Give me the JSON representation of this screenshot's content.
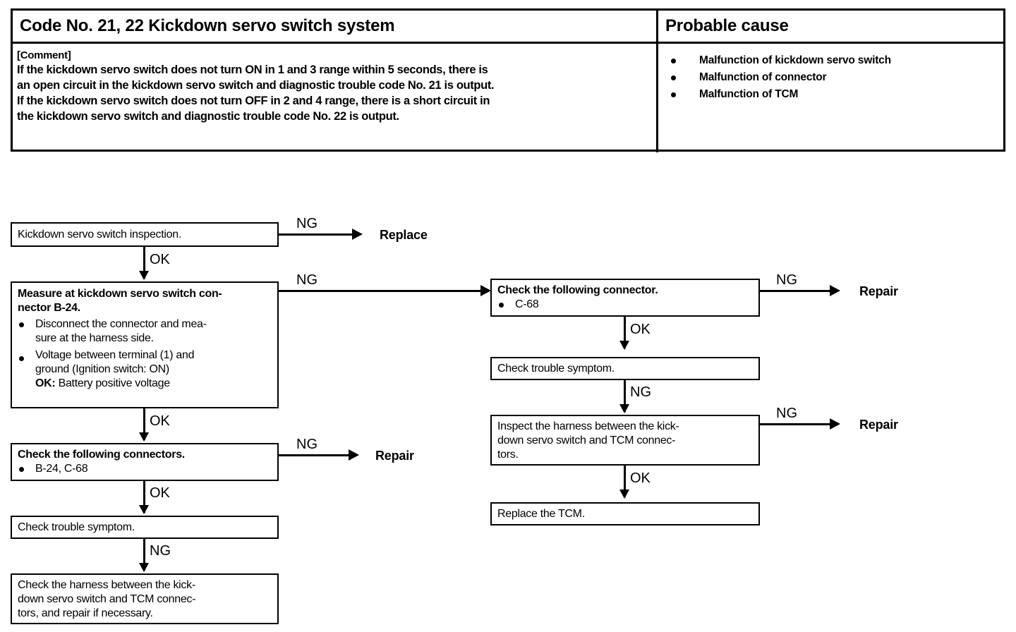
{
  "table": {
    "header": {
      "left": "Code No. 21, 22 Kickdown servo switch system",
      "right": "Probable cause"
    },
    "comment_label": "[Comment]",
    "comment_lines": [
      "If the kickdown servo switch does not turn ON in 1 and 3 range within 5 seconds, there is",
      "an open circuit in the kickdown servo switch and diagnostic trouble code No. 21 is output.",
      "If the kickdown servo switch does not turn OFF in 2 and 4 range, there is a short circuit in",
      "the kickdown servo switch and diagnostic trouble code No. 22 is output."
    ],
    "probable_causes": [
      "Malfunction of kickdown servo switch",
      "Malfunction of connector",
      "Malfunction of TCM"
    ]
  },
  "flowchart": {
    "boxes": {
      "b1": {
        "title": "Kickdown servo switch inspection."
      },
      "b2": {
        "line1": "Measure at kickdown servo switch con-",
        "line2": "nector B-24.",
        "bullet1a": "Disconnect the connector and mea-",
        "bullet1b": "sure at the harness side.",
        "bullet2a": "Voltage between terminal (1) and",
        "bullet2b": "ground (Ignition switch: ON)",
        "bullet2c_bold": "OK:",
        "bullet2c_rest": " Battery positive voltage"
      },
      "b3": {
        "title": "Check the following connectors.",
        "bullet": "B-24, C-68"
      },
      "b4": {
        "title": "Check trouble symptom."
      },
      "b5": {
        "line1": "Check the harness between the kick-",
        "line2": "down servo switch and TCM connec-",
        "line3": "tors, and repair if necessary."
      },
      "r1": {
        "title": "Check the following connector.",
        "bullet": "C-68"
      },
      "r2": {
        "title": "Check trouble symptom."
      },
      "r3": {
        "line1": "Inspect the harness between the kick-",
        "line2": "down servo switch and TCM connec-",
        "line3": "tors."
      },
      "r4": {
        "title": "Replace the TCM."
      }
    },
    "labels": {
      "ng1": "NG",
      "ok1": "OK",
      "ng2": "NG",
      "ok2": "OK",
      "ng3": "NG",
      "ok3": "OK",
      "ng4": "NG",
      "ng_r1": "NG",
      "ok_r1": "OK",
      "ng_r2": "NG",
      "ng_r3": "NG",
      "ok_r3": "OK"
    },
    "terminals": {
      "replace": "Replace",
      "repair_left": "Repair",
      "repair_r1": "Repair",
      "repair_r3": "Repair"
    }
  },
  "colors": {
    "ink": "#000000",
    "paper": "#ffffff"
  }
}
